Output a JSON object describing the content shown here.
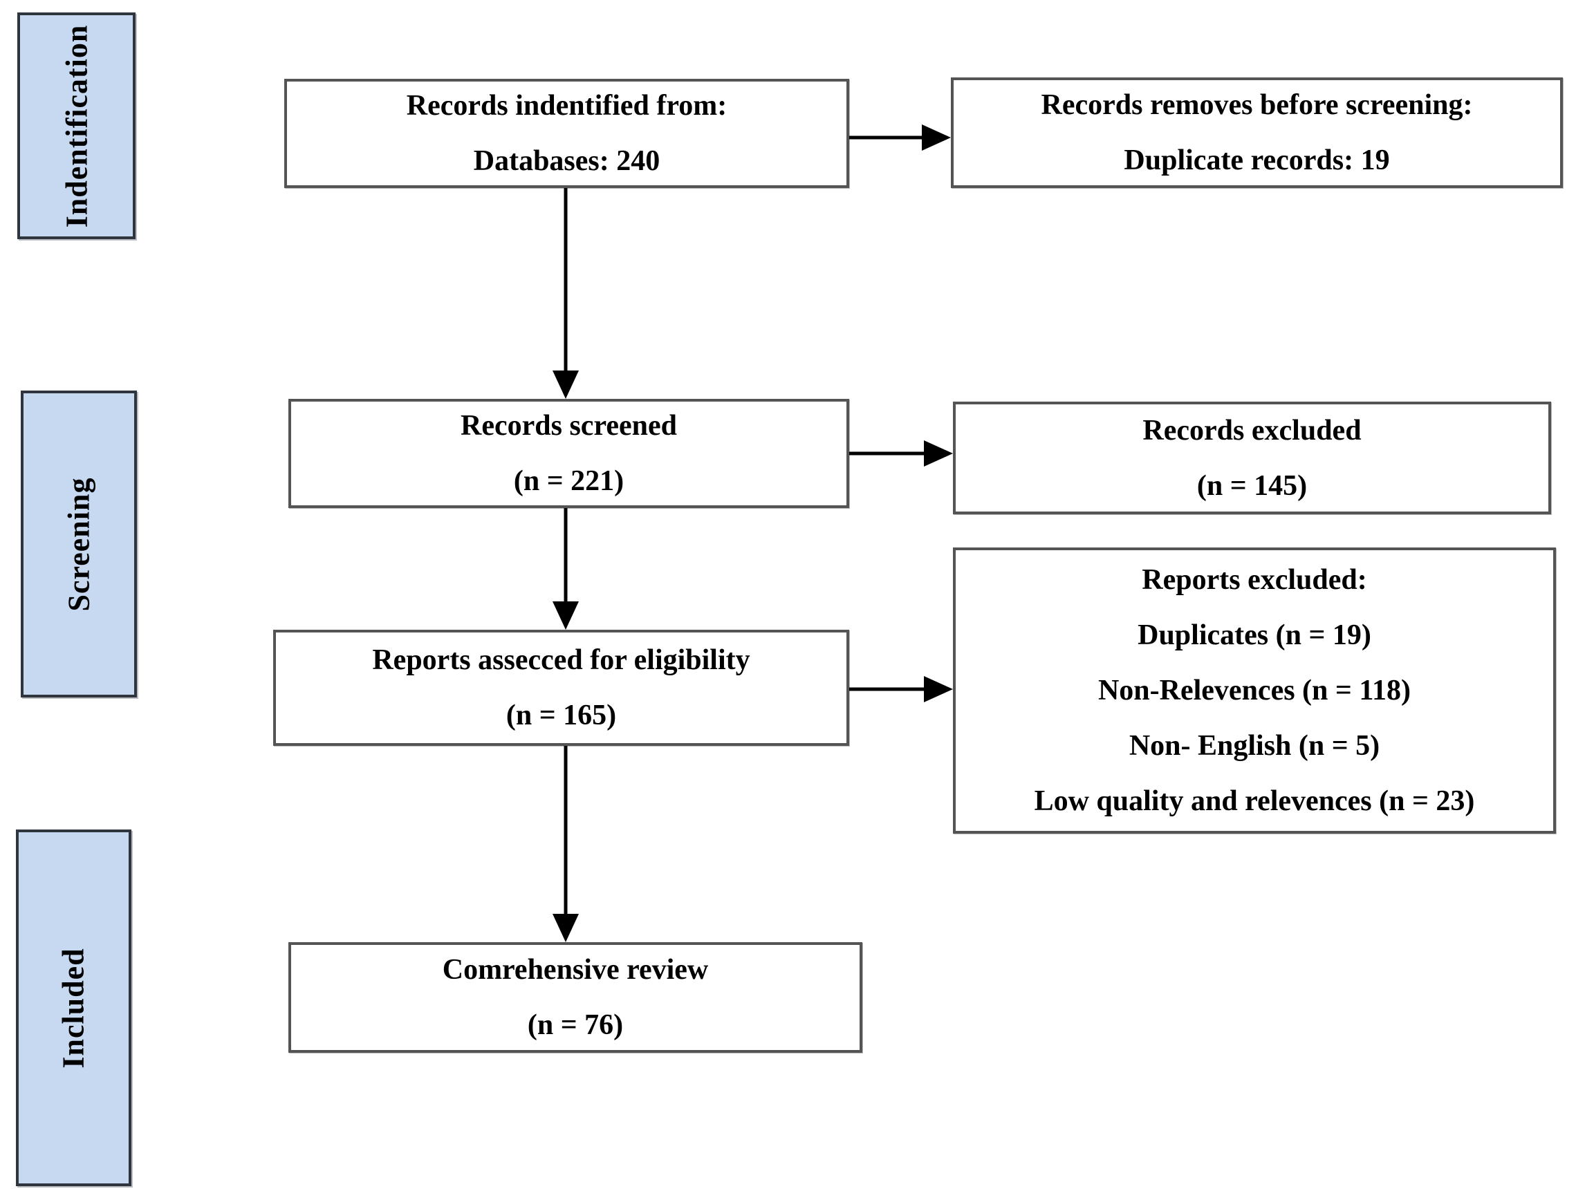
{
  "diagram": {
    "stages": [
      {
        "id": "identification",
        "label": "Indentification"
      },
      {
        "id": "screening",
        "label": "Screening"
      },
      {
        "id": "included",
        "label": "Included"
      }
    ],
    "boxes": {
      "identified": {
        "lines": [
          "Records indentified from:",
          "Databases: 240"
        ]
      },
      "removed_before_screening": {
        "lines": [
          "Records removes before screening:",
          "Duplicate records: 19"
        ]
      },
      "screened": {
        "lines": [
          "Records screened",
          "(n = 221)"
        ]
      },
      "records_excluded": {
        "lines": [
          "Records excluded",
          "(n = 145)"
        ]
      },
      "assessed": {
        "lines": [
          "Reports assecced for eligibility",
          "(n = 165)"
        ]
      },
      "reports_excluded": {
        "lines": [
          "Reports excluded:",
          "Duplicates (n = 19)",
          "Non-Relevences (n = 118)",
          "Non- English (n = 5)",
          "Low quality and relevences (n = 23)"
        ]
      },
      "review": {
        "lines": [
          "Comrehensive review",
          "(n = 76)"
        ]
      }
    },
    "colors": {
      "stage_fill": "#c6d9f0",
      "stage_border": "#2e353c",
      "box_border": "#545454",
      "arrow": "#000000",
      "text": "#000000"
    }
  }
}
